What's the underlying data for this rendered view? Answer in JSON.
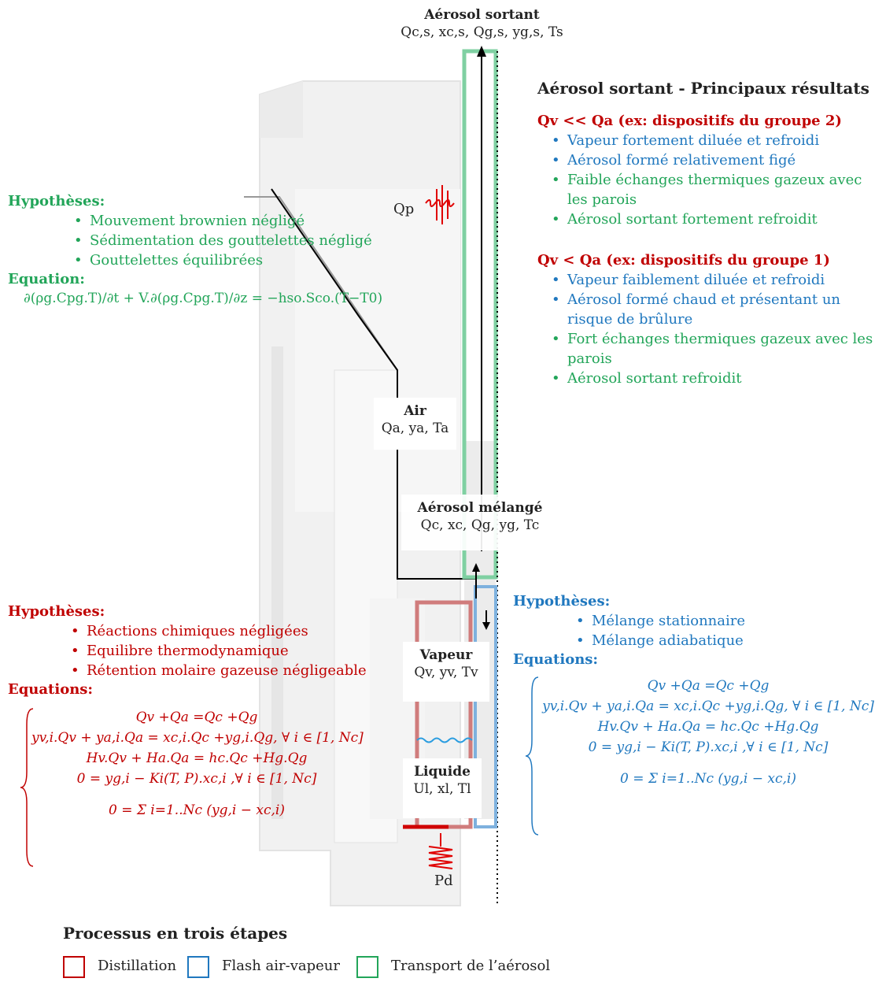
{
  "outlet": {
    "title": "Aérosol sortant",
    "vars": "Qc,s, xc,s, Qg,s, yg,s, Ts"
  },
  "results": {
    "title": "Aérosol sortant - Principaux résultats",
    "case1": {
      "head": "Qv << Qa (ex: dispositifs du groupe 2)",
      "items": [
        "Vapeur fortement diluée et refroidi",
        "Aérosol formé relativement figé",
        "Faible échanges thermiques gazeux avec les parois",
        "Aérosol sortant fortement refroidit"
      ]
    },
    "case2": {
      "head": "Qv < Qa (ex: dispositifs du groupe 1)",
      "items": [
        "Vapeur faiblement diluée et refroidi",
        "Aérosol formé chaud et présentant un risque de brûlure",
        "Fort échanges thermiques gazeux avec les parois",
        "Aérosol sortant refroidit"
      ]
    }
  },
  "transport": {
    "hyp_head": "Hypothèses:",
    "hyp": [
      "Mouvement brownien négligé",
      "Sédimentation des gouttelettes négligé",
      "Gouttelettes équilibrées"
    ],
    "eq_head": "Equation:",
    "equation": "∂(ρg.Cpg.T)/∂t + V.∂(ρg.Cpg.T)/∂z = −hso.Sco.(T−T0)"
  },
  "distillation": {
    "hyp_head": "Hypothèses:",
    "hyp": [
      "Réactions chimiques négligées",
      "Equilibre thermodynamique",
      "Rétention molaire gazeuse négligeable"
    ],
    "eq_head": "Equations:",
    "equations": [
      "Qv +Qa =Qc +Qg",
      "yv,i.Qv + ya,i.Qa = xc,i.Qc +yg,i.Qg, ∀ i ∈ [1, Nc]",
      "Hv.Qv + Ha.Qa = hc.Qc +Hg.Qg",
      "0 = yg,i − Ki(T, P).xc,i ,∀ i ∈ [1, Nc]",
      "0 = Σ i=1..Nc (yg,i − xc,i)"
    ]
  },
  "flash": {
    "hyp_head": "Hypothèses:",
    "hyp": [
      "Mélange stationnaire",
      "Mélange adiabatique"
    ],
    "eq_head": "Equations:",
    "equations": [
      "Qv +Qa =Qc +Qg",
      "yv,i.Qv + ya,i.Qa = xc,i.Qc +yg,i.Qg, ∀ i ∈ [1, Nc]",
      "Hv.Qv + Ha.Qa = hc.Qc +Hg.Qg",
      "0 = yg,i − Ki(T, P).xc,i ,∀ i ∈ [1, Nc]",
      "0 = Σ i=1..Nc (yg,i − xc,i)"
    ]
  },
  "labels": {
    "air": {
      "title": "Air",
      "vars": "Qa, ya, Ta"
    },
    "mix": {
      "title": "Aérosol mélangé",
      "vars": "Qc, xc, Qg, yg, Tc"
    },
    "vapor": {
      "title": "Vapeur",
      "vars": "Qv, yv, Tv"
    },
    "liquid": {
      "title": "Liquide",
      "vars": "Ul, xl, Tl"
    },
    "qp": "Qp",
    "pd": "Pd"
  },
  "legend": {
    "title": "Processus en trois étapes",
    "items": [
      {
        "label": "Distillation",
        "color": "#c00000"
      },
      {
        "label": "Flash air-vapeur",
        "color": "#2078bf"
      },
      {
        "label": "Transport de l’aérosol",
        "color": "#22a559"
      }
    ]
  },
  "colors": {
    "green": "#22a559",
    "red": "#c00000",
    "blue": "#2078bf"
  }
}
